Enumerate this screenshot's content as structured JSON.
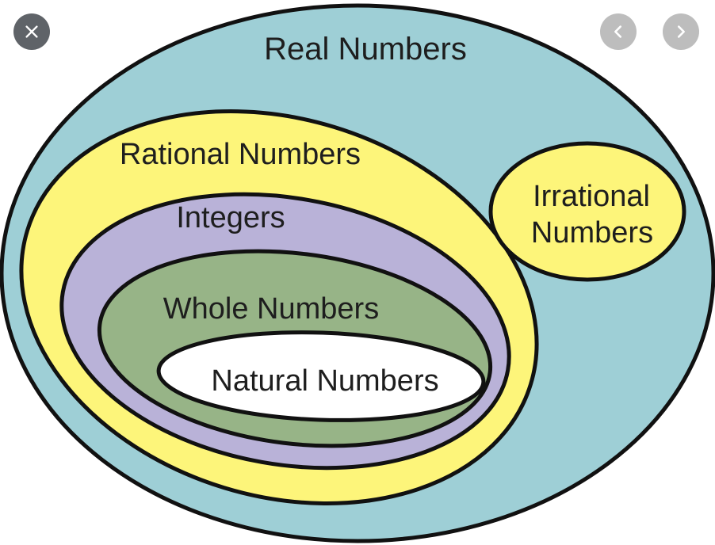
{
  "controls": {
    "close_icon": "close-icon",
    "prev_icon": "chevron-left-icon",
    "next_icon": "chevron-right-icon"
  },
  "diagram": {
    "real": {
      "label": "Real Numbers",
      "color": "#9ecfd6"
    },
    "rational": {
      "label": "Rational Numbers",
      "color": "#fdf57a"
    },
    "integers": {
      "label": "Integers",
      "color": "#b9b2d8"
    },
    "whole": {
      "label": "Whole Numbers",
      "color": "#97b487"
    },
    "natural": {
      "label": "Natural Numbers",
      "color": "#ffffff"
    },
    "irrational": {
      "label_line1": "Irrational",
      "label_line2": "Numbers",
      "color": "#fdf57a"
    },
    "outline_color": "#111111"
  }
}
